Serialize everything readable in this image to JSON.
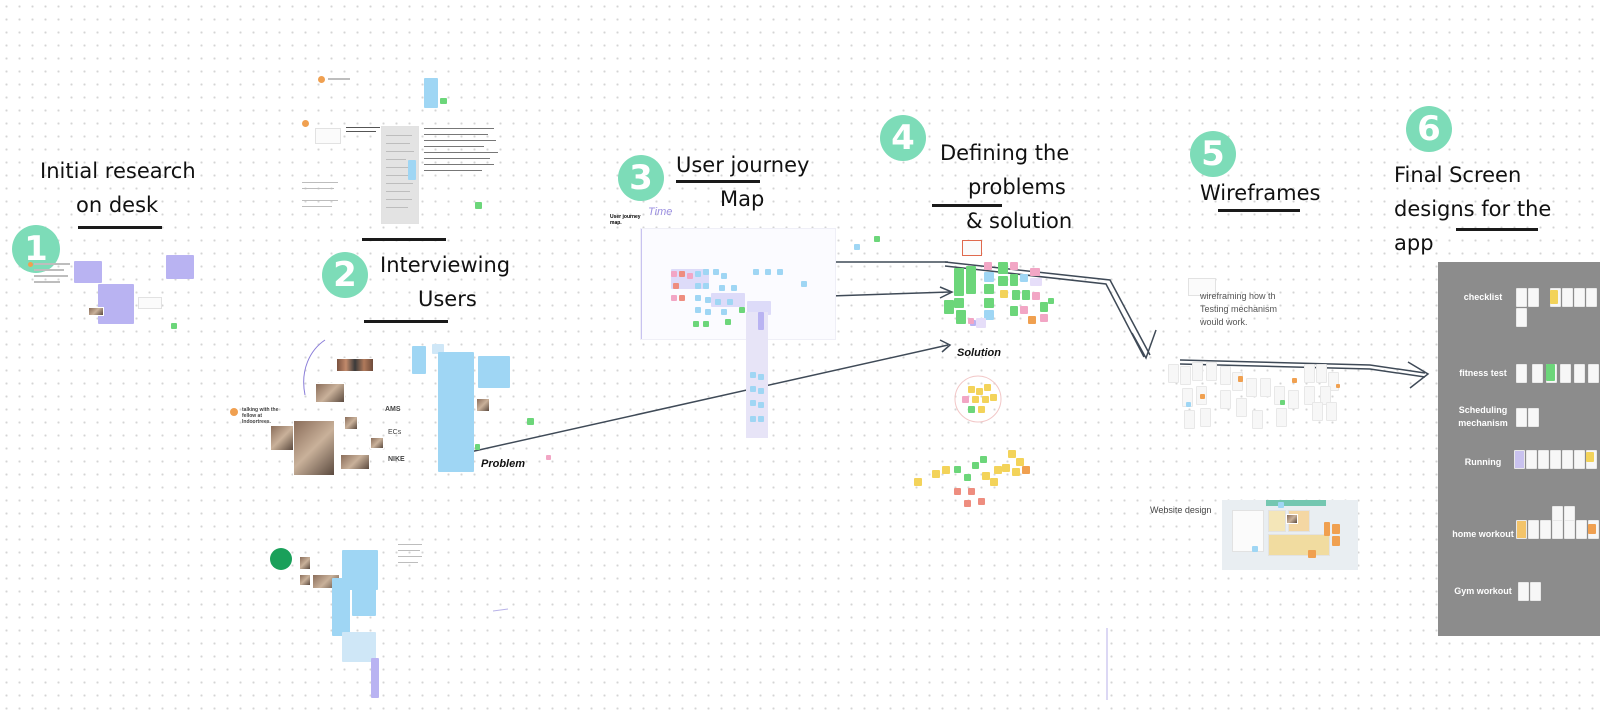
{
  "sections": {
    "s1": {
      "number": "1",
      "title_line1": "Initial research",
      "title_line2": "on desk"
    },
    "s2": {
      "number": "2",
      "title_line1": "Interviewing",
      "title_line2": "Users"
    },
    "s3": {
      "number": "3",
      "title_line1": "User journey",
      "title_line2": "Map"
    },
    "s4": {
      "number": "4",
      "title_line1": "Defining the",
      "title_line2": "problems",
      "title_line3": "& solution"
    },
    "s5": {
      "number": "5",
      "title_line1": "Wireframes"
    },
    "s6": {
      "number": "6",
      "title_line1": "Final Screen",
      "title_line2": "designs for the",
      "title_line3": "app"
    }
  },
  "annotations": {
    "problem": "Problem",
    "solution": "Solution",
    "ams": "AMS",
    "ecs": "ECs",
    "nike": "NIKE",
    "wireframe_note_line1": "wireframing how th",
    "wireframe_note_line2": "Testing mechanism",
    "wireframe_note_line3": "would work.",
    "website_design": "Website design",
    "journey_label_line1": "User journey",
    "journey_label_line2": "map.",
    "time_scribble": "Time",
    "talking_fellow": "talking with the fellow at Indoortrees."
  },
  "final_panel": {
    "rows": [
      "checklist",
      "fitness test",
      "Scheduling mechanism",
      "Running",
      "home workout",
      "Gym workout"
    ]
  },
  "colors": {
    "badge": "#7ddcb8",
    "panel": "#8c8c8c",
    "sticky_blue": "#9fd6f4",
    "sticky_purple": "#b9b3f2",
    "sticky_green": "#6cd67a",
    "sticky_yellow": "#f3d35a",
    "sticky_orange": "#f0a050"
  }
}
